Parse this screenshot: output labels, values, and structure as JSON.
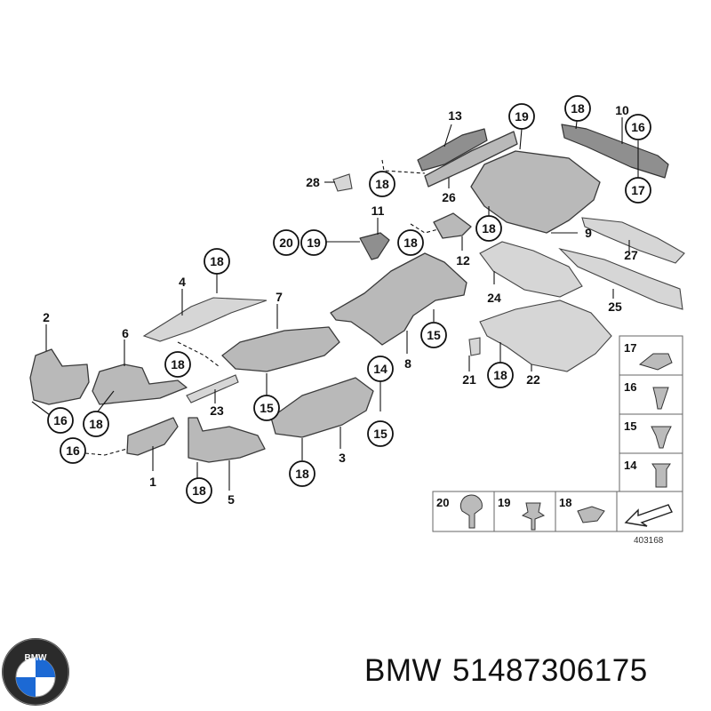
{
  "diagram": {
    "reference_code": "403168",
    "callouts": {
      "c18_top_left_panel": "18",
      "c4": "4",
      "c2": "2",
      "c6": "6",
      "c7": "7",
      "c18_mid": "18",
      "c16_left": "16",
      "c18_leftlow": "18",
      "c16_bottom": "16",
      "c1": "1",
      "c18_five": "18",
      "c5": "5",
      "c23": "23",
      "c15_a": "15",
      "c14": "14",
      "c15_b": "15",
      "c3": "3",
      "c18_three": "18",
      "c28": "28",
      "c18_28": "18",
      "c11": "11",
      "c20": "20",
      "c19": "19",
      "c18_12": "18",
      "c12": "12",
      "c13": "13",
      "c19_top": "19",
      "c26": "26",
      "c18_19": "18",
      "c9": "9",
      "c18_10": "18",
      "c10": "10",
      "c16_10": "16",
      "c17": "17",
      "c27": "27",
      "c24": "24",
      "c25": "25",
      "c15_c": "15",
      "c8": "8",
      "c21": "21",
      "c18_22": "18",
      "c22": "22"
    },
    "legend": {
      "right": [
        "17",
        "16",
        "15",
        "14"
      ],
      "bottom": [
        "20",
        "19",
        "18"
      ]
    }
  },
  "brand": {
    "logo_letters": "BMW",
    "name": "BMW",
    "part_number": "51487306175"
  }
}
